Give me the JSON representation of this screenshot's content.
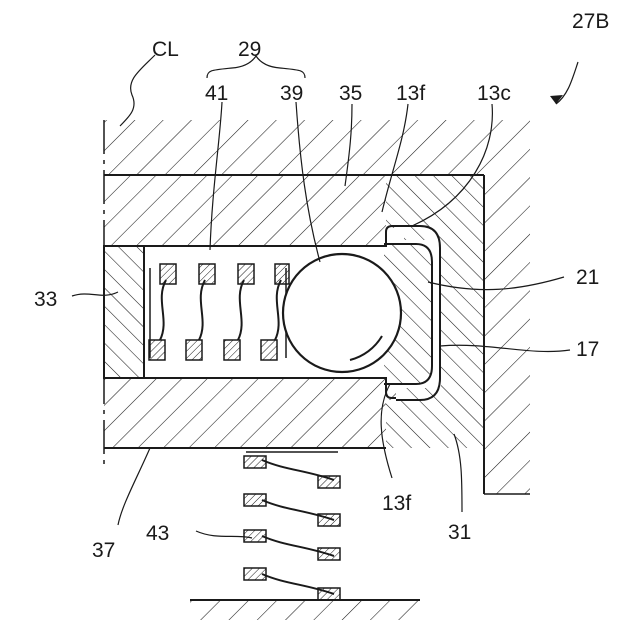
{
  "figure": {
    "labels": {
      "CL": "CL",
      "assembly": "27B",
      "group": "29",
      "l41": "41",
      "l39": "39",
      "l35": "35",
      "l13f_top": "13f",
      "l13c": "13c",
      "l21": "21",
      "l33": "33",
      "l17": "17",
      "l37": "37",
      "l43": "43",
      "l13f_bottom": "13f",
      "l31": "31"
    }
  }
}
